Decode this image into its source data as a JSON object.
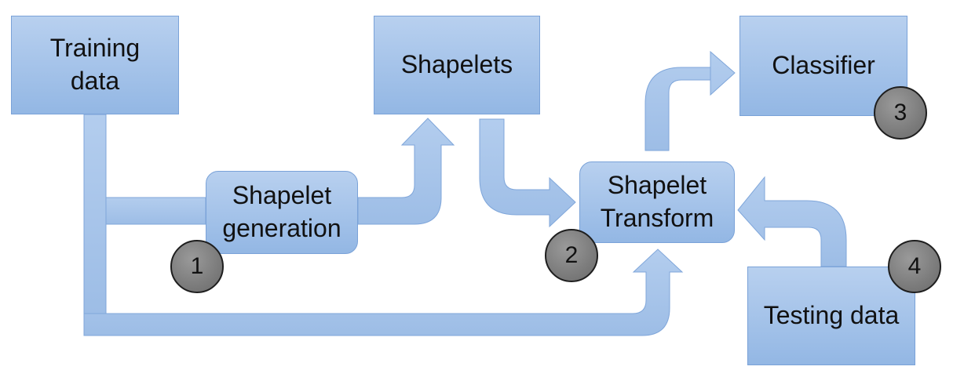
{
  "nodes": {
    "training_data": "Training\ndata",
    "shapelet_generation": "Shapelet\ngeneration",
    "shapelets": "Shapelets",
    "shapelet_transform": "Shapelet\nTransform",
    "classifier": "Classifier",
    "testing_data": "Testing data"
  },
  "badges": {
    "one": "1",
    "two": "2",
    "three": "3",
    "four": "4"
  },
  "colors": {
    "box_top": "#b8d0ef",
    "box_bottom": "#93b7e4",
    "border": "#7aa2d8",
    "badge": "#7c7c7c"
  }
}
